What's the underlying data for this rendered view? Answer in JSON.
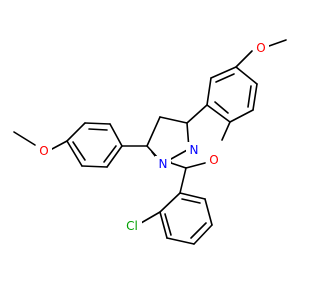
{
  "atoms": {
    "o_methoxy_left": {
      "label": "O",
      "color": "#ff0000"
    },
    "o_methoxy_right": {
      "label": "O",
      "color": "#ff0000"
    },
    "o_ring": {
      "label": "O",
      "color": "#ff0000"
    },
    "n_left": {
      "label": "N",
      "color": "#0000ff"
    },
    "n_right": {
      "label": "N",
      "color": "#0000ff"
    },
    "cl": {
      "label": "Cl",
      "color": "#00a000"
    }
  }
}
